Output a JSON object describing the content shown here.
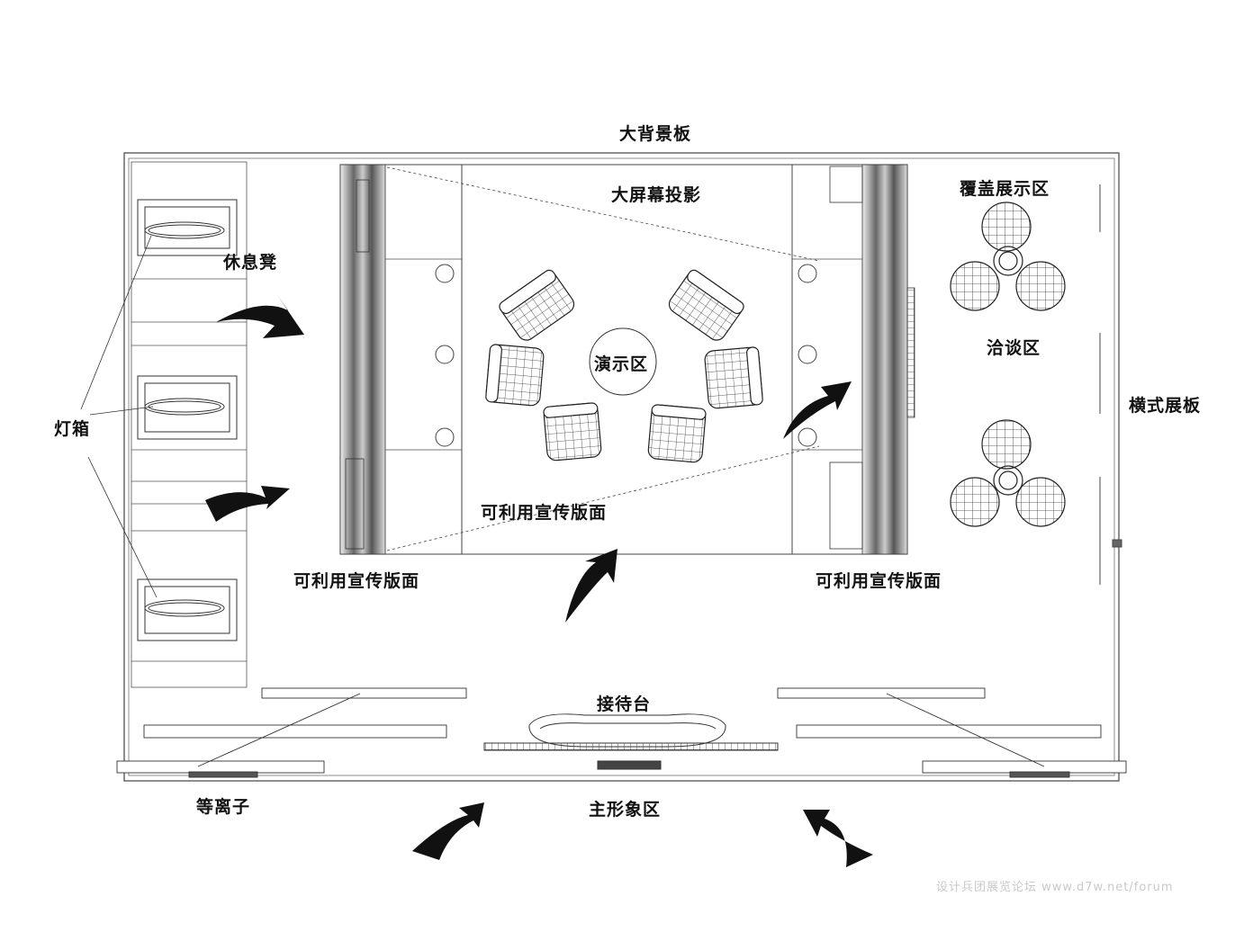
{
  "labels": {
    "backdrop": "大背景板",
    "big_screen": "大屏幕投影",
    "bench": "休息凳",
    "lightbox": "灯箱",
    "demo_zone": "演示区",
    "promo_board_center": "可利用宣传版面",
    "promo_board_left": "可利用宣传版面",
    "promo_board_right": "可利用宣传版面",
    "coverage_zone": "覆盖展示区",
    "negotiation_zone": "洽谈区",
    "horizontal_board": "横式展板",
    "reception_desk": "接待台",
    "plasma": "等离子",
    "main_image_zone": "主形象区"
  },
  "watermark": "设计兵团展览论坛 www.d7w.net/forum",
  "colors": {
    "line": "#444444",
    "arrow": "#111111",
    "wall": "#555555"
  }
}
